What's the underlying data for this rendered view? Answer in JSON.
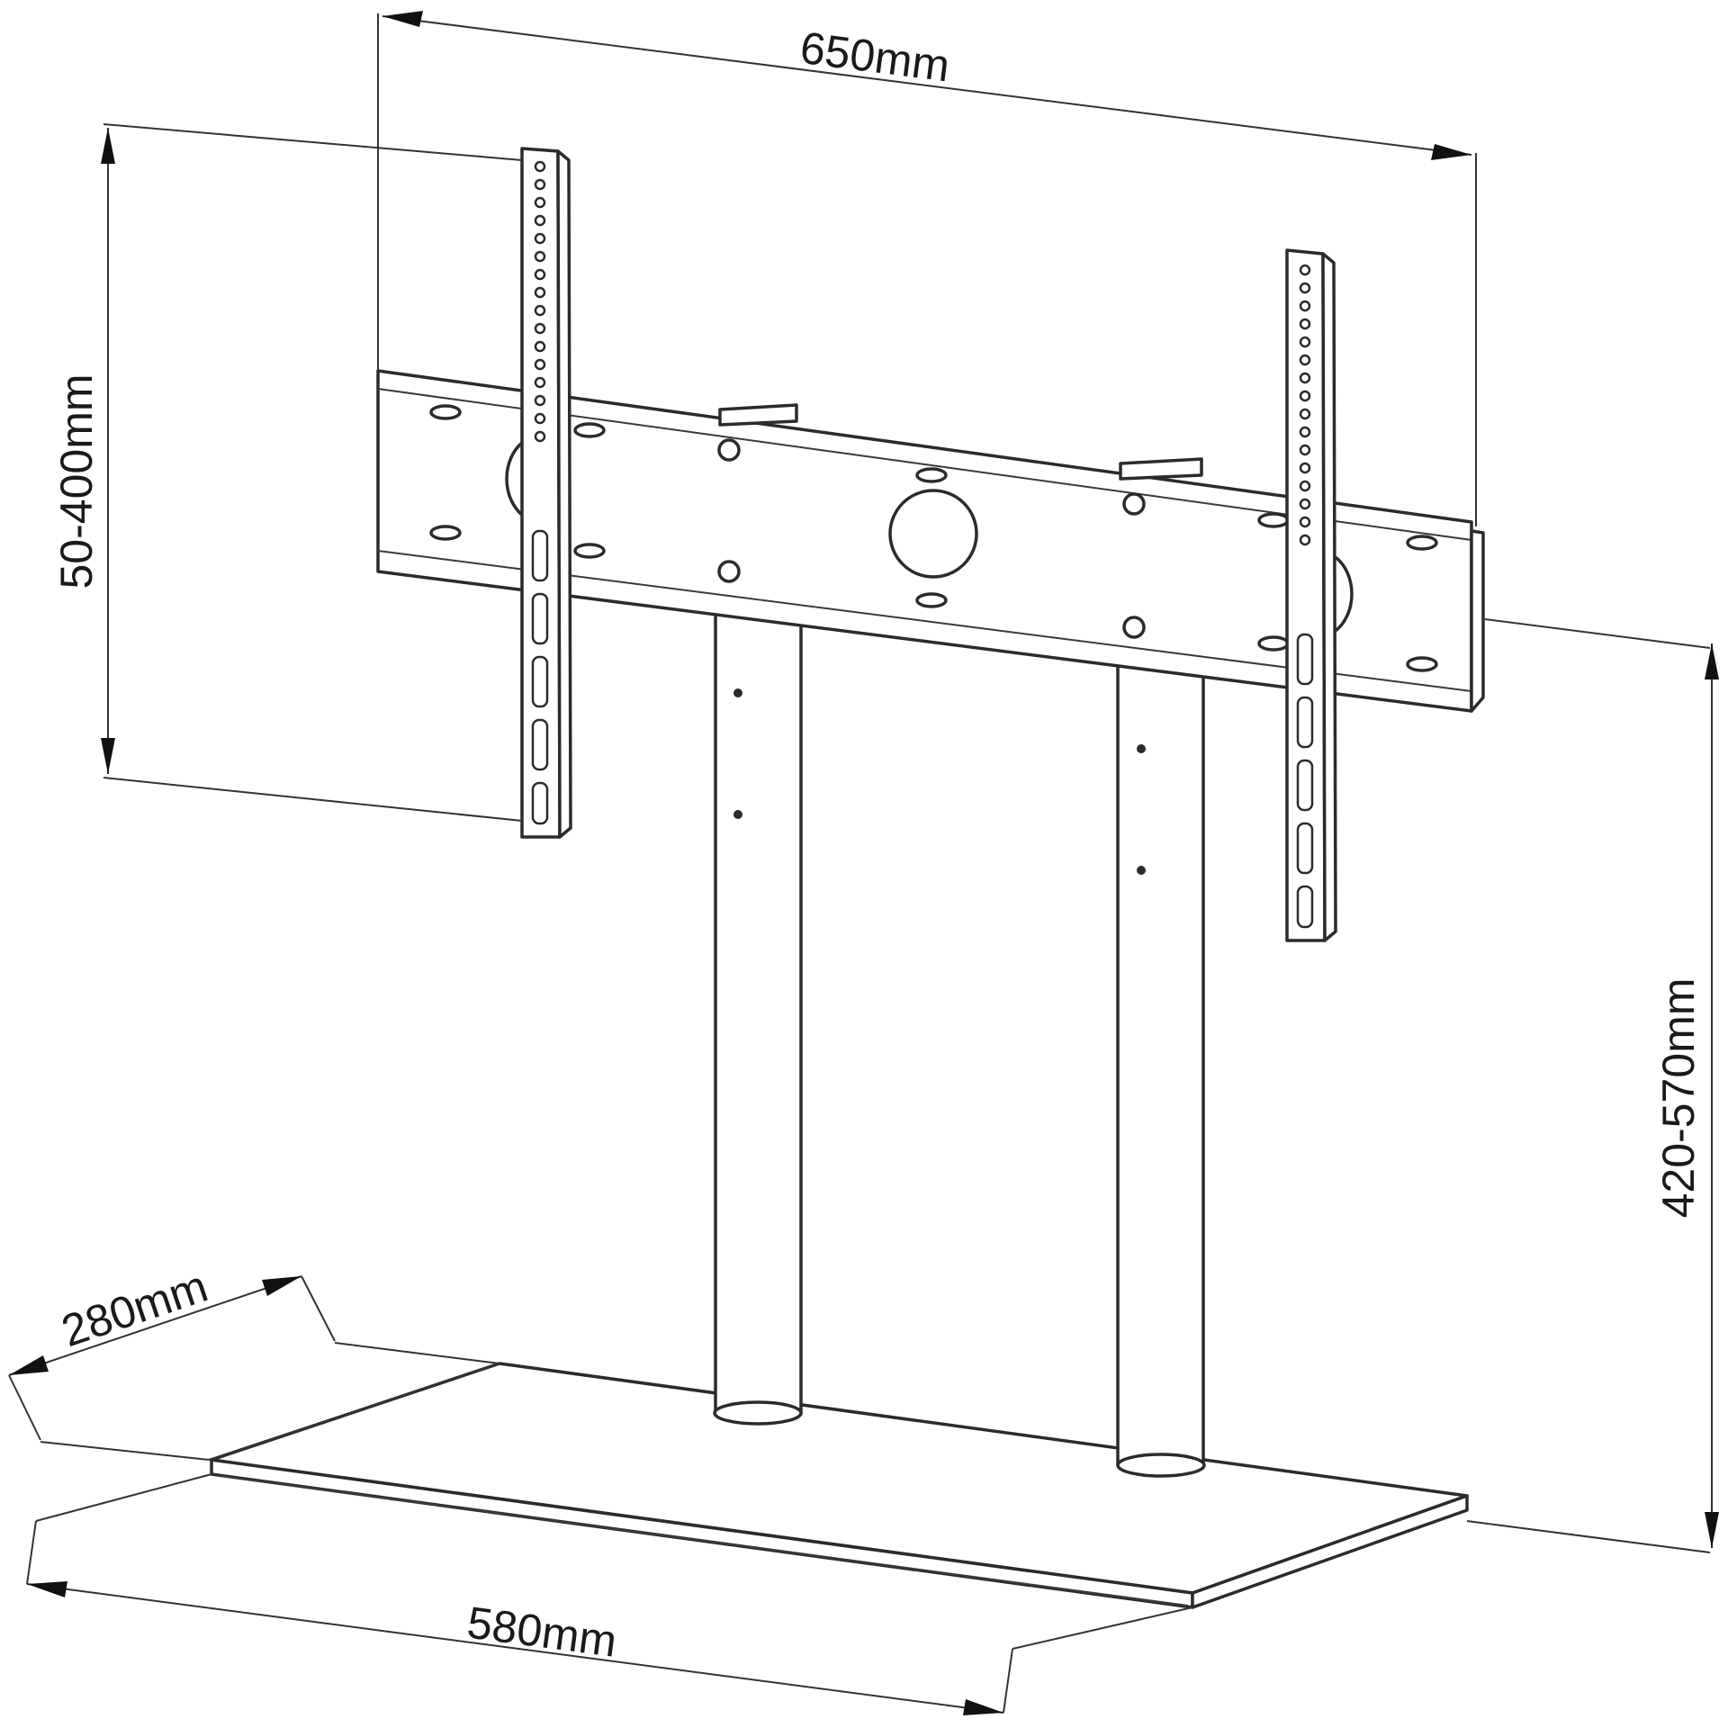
{
  "diagram": {
    "subject": "TV floor stand with mounting bracket, dimension drawing",
    "colors": {
      "line": "#2b2b2b",
      "background": "#ffffff"
    },
    "dimensions": {
      "plate_width": "650mm",
      "vesa_height": "50-400mm",
      "stand_height": "420-570mm",
      "base_depth": "280mm",
      "base_width": "580mm"
    }
  }
}
